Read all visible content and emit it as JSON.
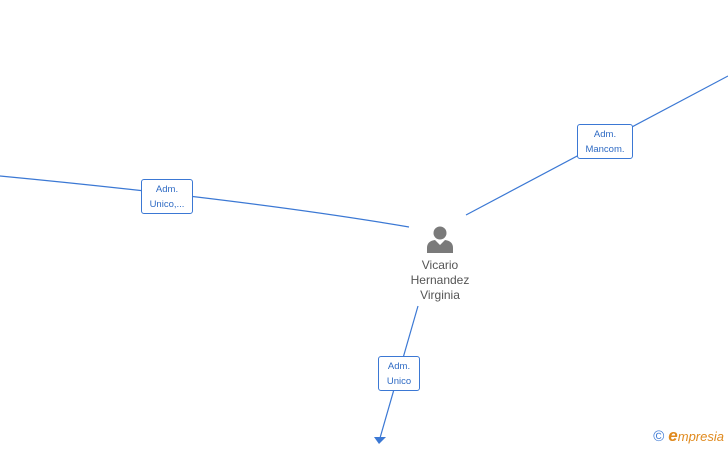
{
  "colors": {
    "edge": "#3b78d4",
    "label_text": "#2f6bc4",
    "person_icon": "#7a7a7a",
    "person_text": "#555555",
    "brand": "#e08a1e"
  },
  "person": {
    "name_lines": [
      "Vicario",
      "Hernandez",
      "Virginia"
    ],
    "icon": "person-icon"
  },
  "relations": [
    {
      "line1": "Adm.",
      "line2": "Unico,..."
    },
    {
      "line1": "Adm.",
      "line2": "Mancom."
    },
    {
      "line1": "Adm.",
      "line2": "Unico"
    }
  ],
  "brand": {
    "copyright_symbol": "©",
    "initial": "e",
    "rest": "mpresia"
  }
}
